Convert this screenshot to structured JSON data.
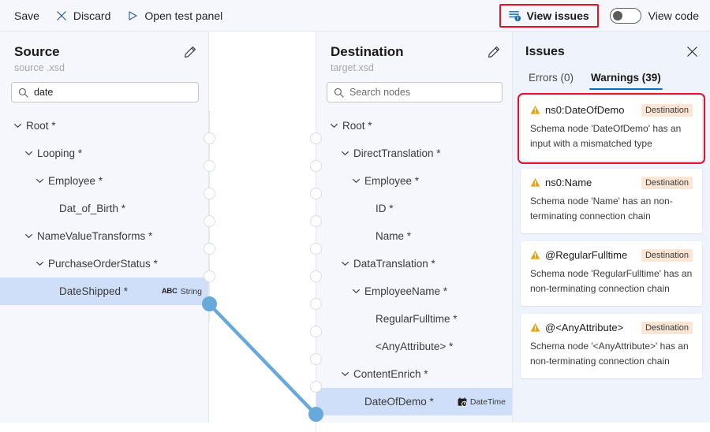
{
  "commandbar": {
    "save_label": "Save",
    "discard_label": "Discard",
    "open_test_panel_label": "Open test panel",
    "view_issues_label": "View issues",
    "view_code_label": "View code",
    "view_code_toggle_state": "off",
    "highlight_color": "#e81123",
    "accent_color": "#2b579a"
  },
  "source_panel": {
    "title": "Source",
    "subtitle": "source .xsd",
    "edit_icon": "pencil-icon",
    "search": {
      "value": "date",
      "placeholder": "Search nodes",
      "icon": "search-icon"
    },
    "nodes": [
      {
        "label": "Root *",
        "depth": 0,
        "expandable": true,
        "selected": false,
        "type": ""
      },
      {
        "label": "Looping *",
        "depth": 1,
        "expandable": true,
        "selected": false,
        "type": ""
      },
      {
        "label": "Employee *",
        "depth": 2,
        "expandable": true,
        "selected": false,
        "type": ""
      },
      {
        "label": "Dat_of_Birth *",
        "depth": 3,
        "expandable": false,
        "selected": false,
        "type": ""
      },
      {
        "label": "NameValueTransforms *",
        "depth": 1,
        "expandable": true,
        "selected": false,
        "type": ""
      },
      {
        "label": "PurchaseOrderStatus *",
        "depth": 2,
        "expandable": true,
        "selected": false,
        "type": ""
      },
      {
        "label": "DateShipped *",
        "depth": 3,
        "expandable": false,
        "selected": true,
        "type": "String",
        "type_icon": "abc-string-icon"
      }
    ]
  },
  "destination_panel": {
    "title": "Destination",
    "subtitle": "target.xsd",
    "edit_icon": "pencil-icon",
    "search": {
      "value": "",
      "placeholder": "Search nodes",
      "icon": "search-icon"
    },
    "nodes": [
      {
        "label": "Root *",
        "depth": 0,
        "expandable": true,
        "selected": false,
        "type": ""
      },
      {
        "label": "DirectTranslation *",
        "depth": 1,
        "expandable": true,
        "selected": false,
        "type": ""
      },
      {
        "label": "Employee *",
        "depth": 2,
        "expandable": true,
        "selected": false,
        "type": ""
      },
      {
        "label": "ID *",
        "depth": 3,
        "expandable": false,
        "selected": false,
        "type": ""
      },
      {
        "label": "Name *",
        "depth": 3,
        "expandable": false,
        "selected": false,
        "type": ""
      },
      {
        "label": "DataTranslation *",
        "depth": 1,
        "expandable": true,
        "selected": false,
        "type": ""
      },
      {
        "label": "EmployeeName *",
        "depth": 2,
        "expandable": true,
        "selected": false,
        "type": ""
      },
      {
        "label": "RegularFulltime *",
        "depth": 3,
        "expandable": false,
        "selected": false,
        "type": ""
      },
      {
        "label": "<AnyAttribute> *",
        "depth": 3,
        "expandable": false,
        "selected": false,
        "type": ""
      },
      {
        "label": "ContentEnrich *",
        "depth": 1,
        "expandable": true,
        "selected": false,
        "type": ""
      },
      {
        "label": "DateOfDemo *",
        "depth": 2,
        "expandable": false,
        "selected": true,
        "type": "DateTime",
        "type_icon": "datetime-icon"
      }
    ]
  },
  "connection": {
    "color": "#68a9db",
    "from_node": "DateShipped *",
    "to_node": "DateOfDemo *"
  },
  "issues_panel": {
    "title": "Issues",
    "close_icon": "close-icon",
    "tabs": [
      {
        "label": "Errors (0)",
        "active": false
      },
      {
        "label": "Warnings (39)",
        "active": true
      }
    ],
    "items": [
      {
        "name": "ns0:DateOfDemo",
        "scope": "Destination",
        "description": "Schema node 'DateOfDemo' has an input with a mismatched type",
        "icon": "warning-icon",
        "highlighted": true
      },
      {
        "name": "ns0:Name",
        "scope": "Destination",
        "description": "Schema node 'Name' has an non-terminating connection chain",
        "icon": "warning-icon",
        "highlighted": false
      },
      {
        "name": "@RegularFulltime",
        "scope": "Destination",
        "description": "Schema node 'RegularFulltime' has an non-terminating connection chain",
        "icon": "warning-icon",
        "highlighted": false
      },
      {
        "name": "@<AnyAttribute>",
        "scope": "Destination",
        "description": "Schema node '<AnyAttribute>' has an non-terminating connection chain",
        "icon": "warning-icon",
        "highlighted": false
      }
    ]
  }
}
